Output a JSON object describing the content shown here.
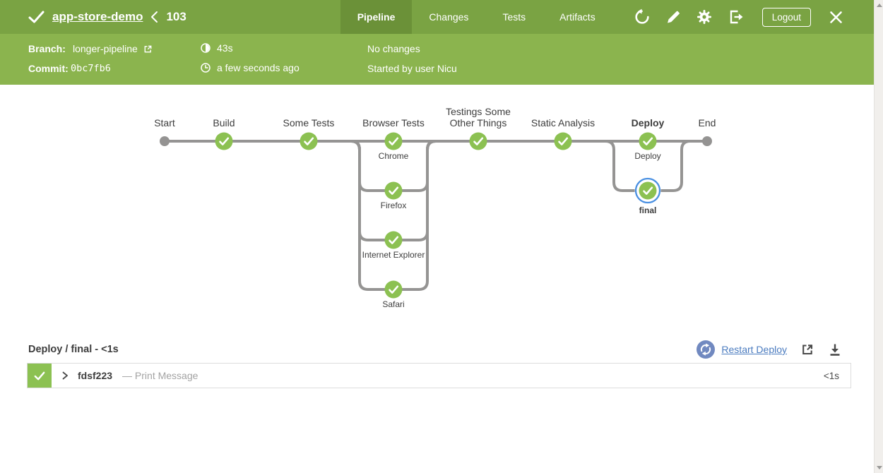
{
  "header": {
    "title": "app-store-demo",
    "run_number": "103",
    "tabs": [
      {
        "label": "Pipeline",
        "active": true
      },
      {
        "label": "Changes",
        "active": false
      },
      {
        "label": "Tests",
        "active": false
      },
      {
        "label": "Artifacts",
        "active": false
      }
    ],
    "logout_label": "Logout"
  },
  "run_info": {
    "branch_label": "Branch:",
    "branch_value": "longer-pipeline",
    "commit_label": "Commit:",
    "commit_value": "0bc7fb6",
    "duration": "43s",
    "time_ago": "a few seconds ago",
    "changes": "No changes",
    "started_by": "Started by user Nicu"
  },
  "pipeline": {
    "stages": [
      {
        "label": "Start"
      },
      {
        "label": "Build"
      },
      {
        "label": "Some Tests"
      },
      {
        "label": "Browser Tests"
      },
      {
        "label": "Testings Some Other Things"
      },
      {
        "label": "Static Analysis"
      },
      {
        "label": "Deploy"
      },
      {
        "label": "End"
      }
    ],
    "parallels": {
      "browser_tests": [
        "Chrome",
        "Firefox",
        "Internet Explorer",
        "Safari"
      ],
      "deploy": [
        "Deploy",
        "final"
      ]
    },
    "selected_node": "final",
    "all_status": "success"
  },
  "detail": {
    "title": "Deploy / final - <1s",
    "restart_label": "Restart Deploy",
    "steps": [
      {
        "id": "fdsf223",
        "description": "— Print Message",
        "duration": "<1s"
      }
    ]
  },
  "colors": {
    "header_green": "#7AA343",
    "subheader_green": "#8BB44E",
    "active_tab_green": "#6B9138",
    "node_green": "#8CC152",
    "line_gray": "#959493",
    "selected_ring_blue": "#4A90E2",
    "link_blue": "#4A7BBF",
    "restart_icon_blue": "#7189C0"
  }
}
